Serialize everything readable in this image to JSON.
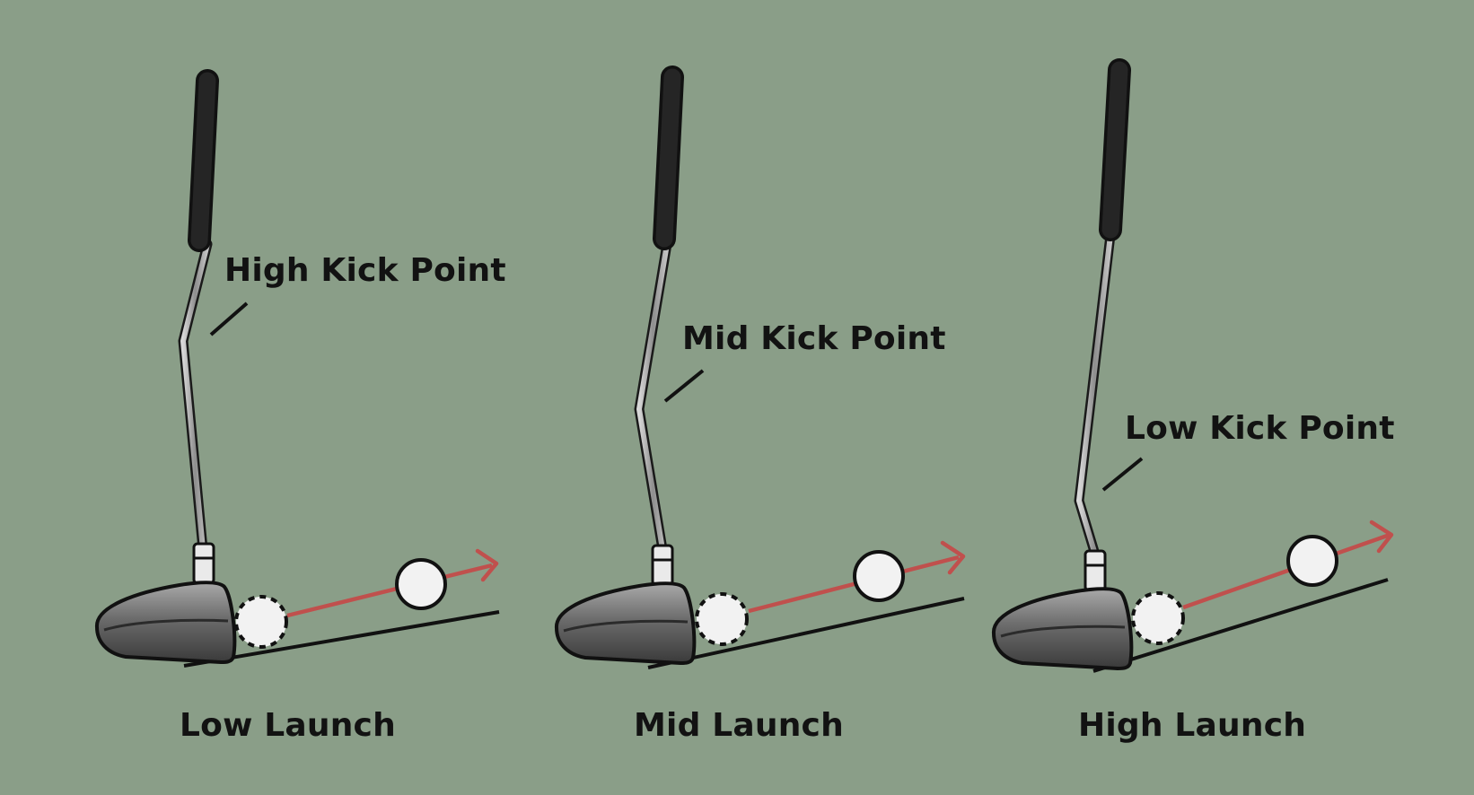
{
  "colors": {
    "background": "#8a9e88",
    "trajectory": "#c0504d",
    "grip": "#1c1c1c",
    "ball": "#f2f2f2",
    "outline": "#111111"
  },
  "panels": [
    {
      "kick_label": "High Kick Point",
      "launch_label": "Low Launch",
      "kick_point": "high",
      "launch": "low"
    },
    {
      "kick_label": "Mid Kick Point",
      "launch_label": "Mid Launch",
      "kick_point": "mid",
      "launch": "mid"
    },
    {
      "kick_label": "Low Kick Point",
      "launch_label": "High Launch",
      "kick_point": "low",
      "launch": "high"
    }
  ]
}
